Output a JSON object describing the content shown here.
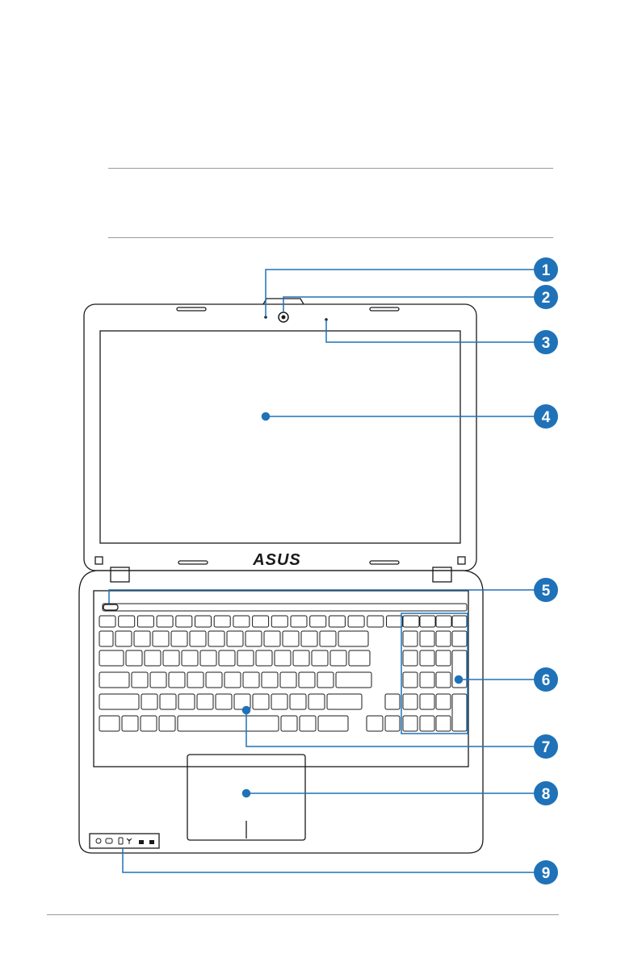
{
  "diagram": {
    "brand": "ASUS",
    "accent": "#1f72b8",
    "callouts": [
      "1",
      "2",
      "3",
      "4",
      "5",
      "6",
      "7",
      "8",
      "9"
    ],
    "indicator_icons": [
      "power-indicator-icon",
      "battery-indicator-icon",
      "drive-activity-icon",
      "wireless-indicator-icon",
      "caps-lock-icon",
      "number-lock-icon"
    ]
  }
}
